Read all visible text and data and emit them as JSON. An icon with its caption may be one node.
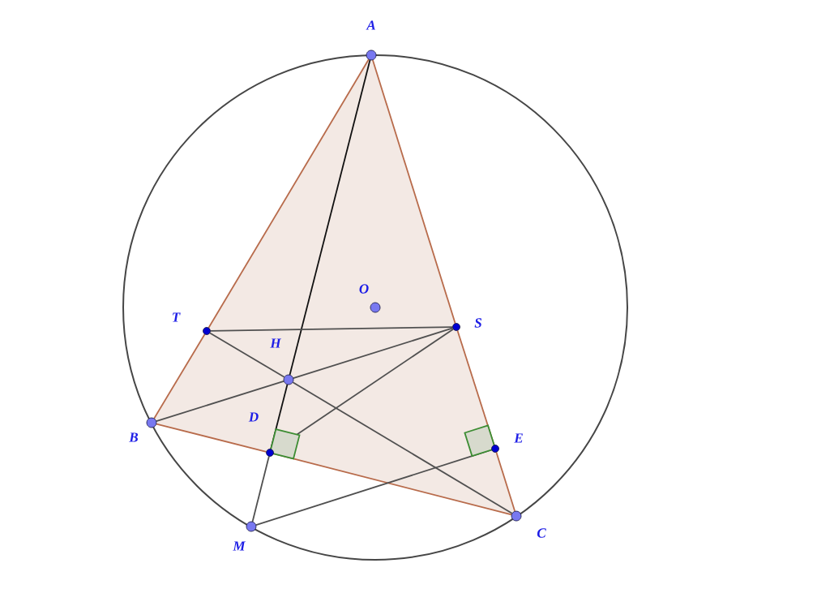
{
  "diagram": {
    "nodes": [
      {
        "text": [],
        "shape": "circle",
        "beside": [
          "A"
        ]
      },
      {
        "text": [],
        "shape": "circle",
        "beside": [
          "O"
        ]
      },
      {
        "text": [],
        "shape": "circle",
        "beside": [
          "S"
        ]
      },
      {
        "text": [],
        "shape": "circle",
        "beside": [
          "T"
        ]
      },
      {
        "text": [],
        "shape": "circle",
        "beside": [
          "H"
        ]
      },
      {
        "text": [],
        "shape": "circle",
        "beside": [
          "B"
        ]
      },
      {
        "text": [],
        "shape": "circle",
        "beside": [
          "E"
        ]
      },
      {
        "text": [],
        "shape": "circle",
        "beside": [
          "D"
        ]
      },
      {
        "text": [],
        "shape": "circle",
        "beside": [
          "C"
        ]
      },
      {
        "text": [],
        "shape": "circle",
        "beside": [
          "M"
        ]
      }
    ],
    "edges": [
      {
        "from": 0,
        "to": 3,
        "arrow": "none",
        "color": "#b86b4b"
      },
      {
        "from": 3,
        "to": 5,
        "arrow": "none",
        "color": "#b86b4b"
      },
      {
        "from": 5,
        "to": 7,
        "arrow": "none",
        "color": "#b86b4b"
      },
      {
        "from": 7,
        "to": 8,
        "arrow": "none",
        "color": "#b86b4b"
      },
      {
        "from": 8,
        "to": 6,
        "arrow": "none",
        "color": "#b86b4b"
      },
      {
        "from": 6,
        "to": 2,
        "arrow": "none",
        "color": "#b86b4b"
      },
      {
        "from": 2,
        "to": 0,
        "arrow": "none",
        "color": "#b86b4b"
      },
      {
        "from": 0,
        "to": 4,
        "arrow": "none",
        "color": "#111111"
      },
      {
        "from": 4,
        "to": 7,
        "arrow": "none",
        "color": "#111111"
      },
      {
        "from": 7,
        "to": 9,
        "arrow": "none"
      },
      {
        "from": 3,
        "to": 2,
        "arrow": "none"
      },
      {
        "from": 3,
        "to": 4,
        "arrow": "none"
      },
      {
        "from": 4,
        "to": 8,
        "arrow": "none"
      },
      {
        "from": 5,
        "to": 4,
        "arrow": "none"
      },
      {
        "from": 4,
        "to": 2,
        "arrow": "none"
      },
      {
        "from": 7,
        "to": 2,
        "arrow": "none"
      },
      {
        "from": 9,
        "to": 6,
        "arrow": "none"
      }
    ]
  }
}
